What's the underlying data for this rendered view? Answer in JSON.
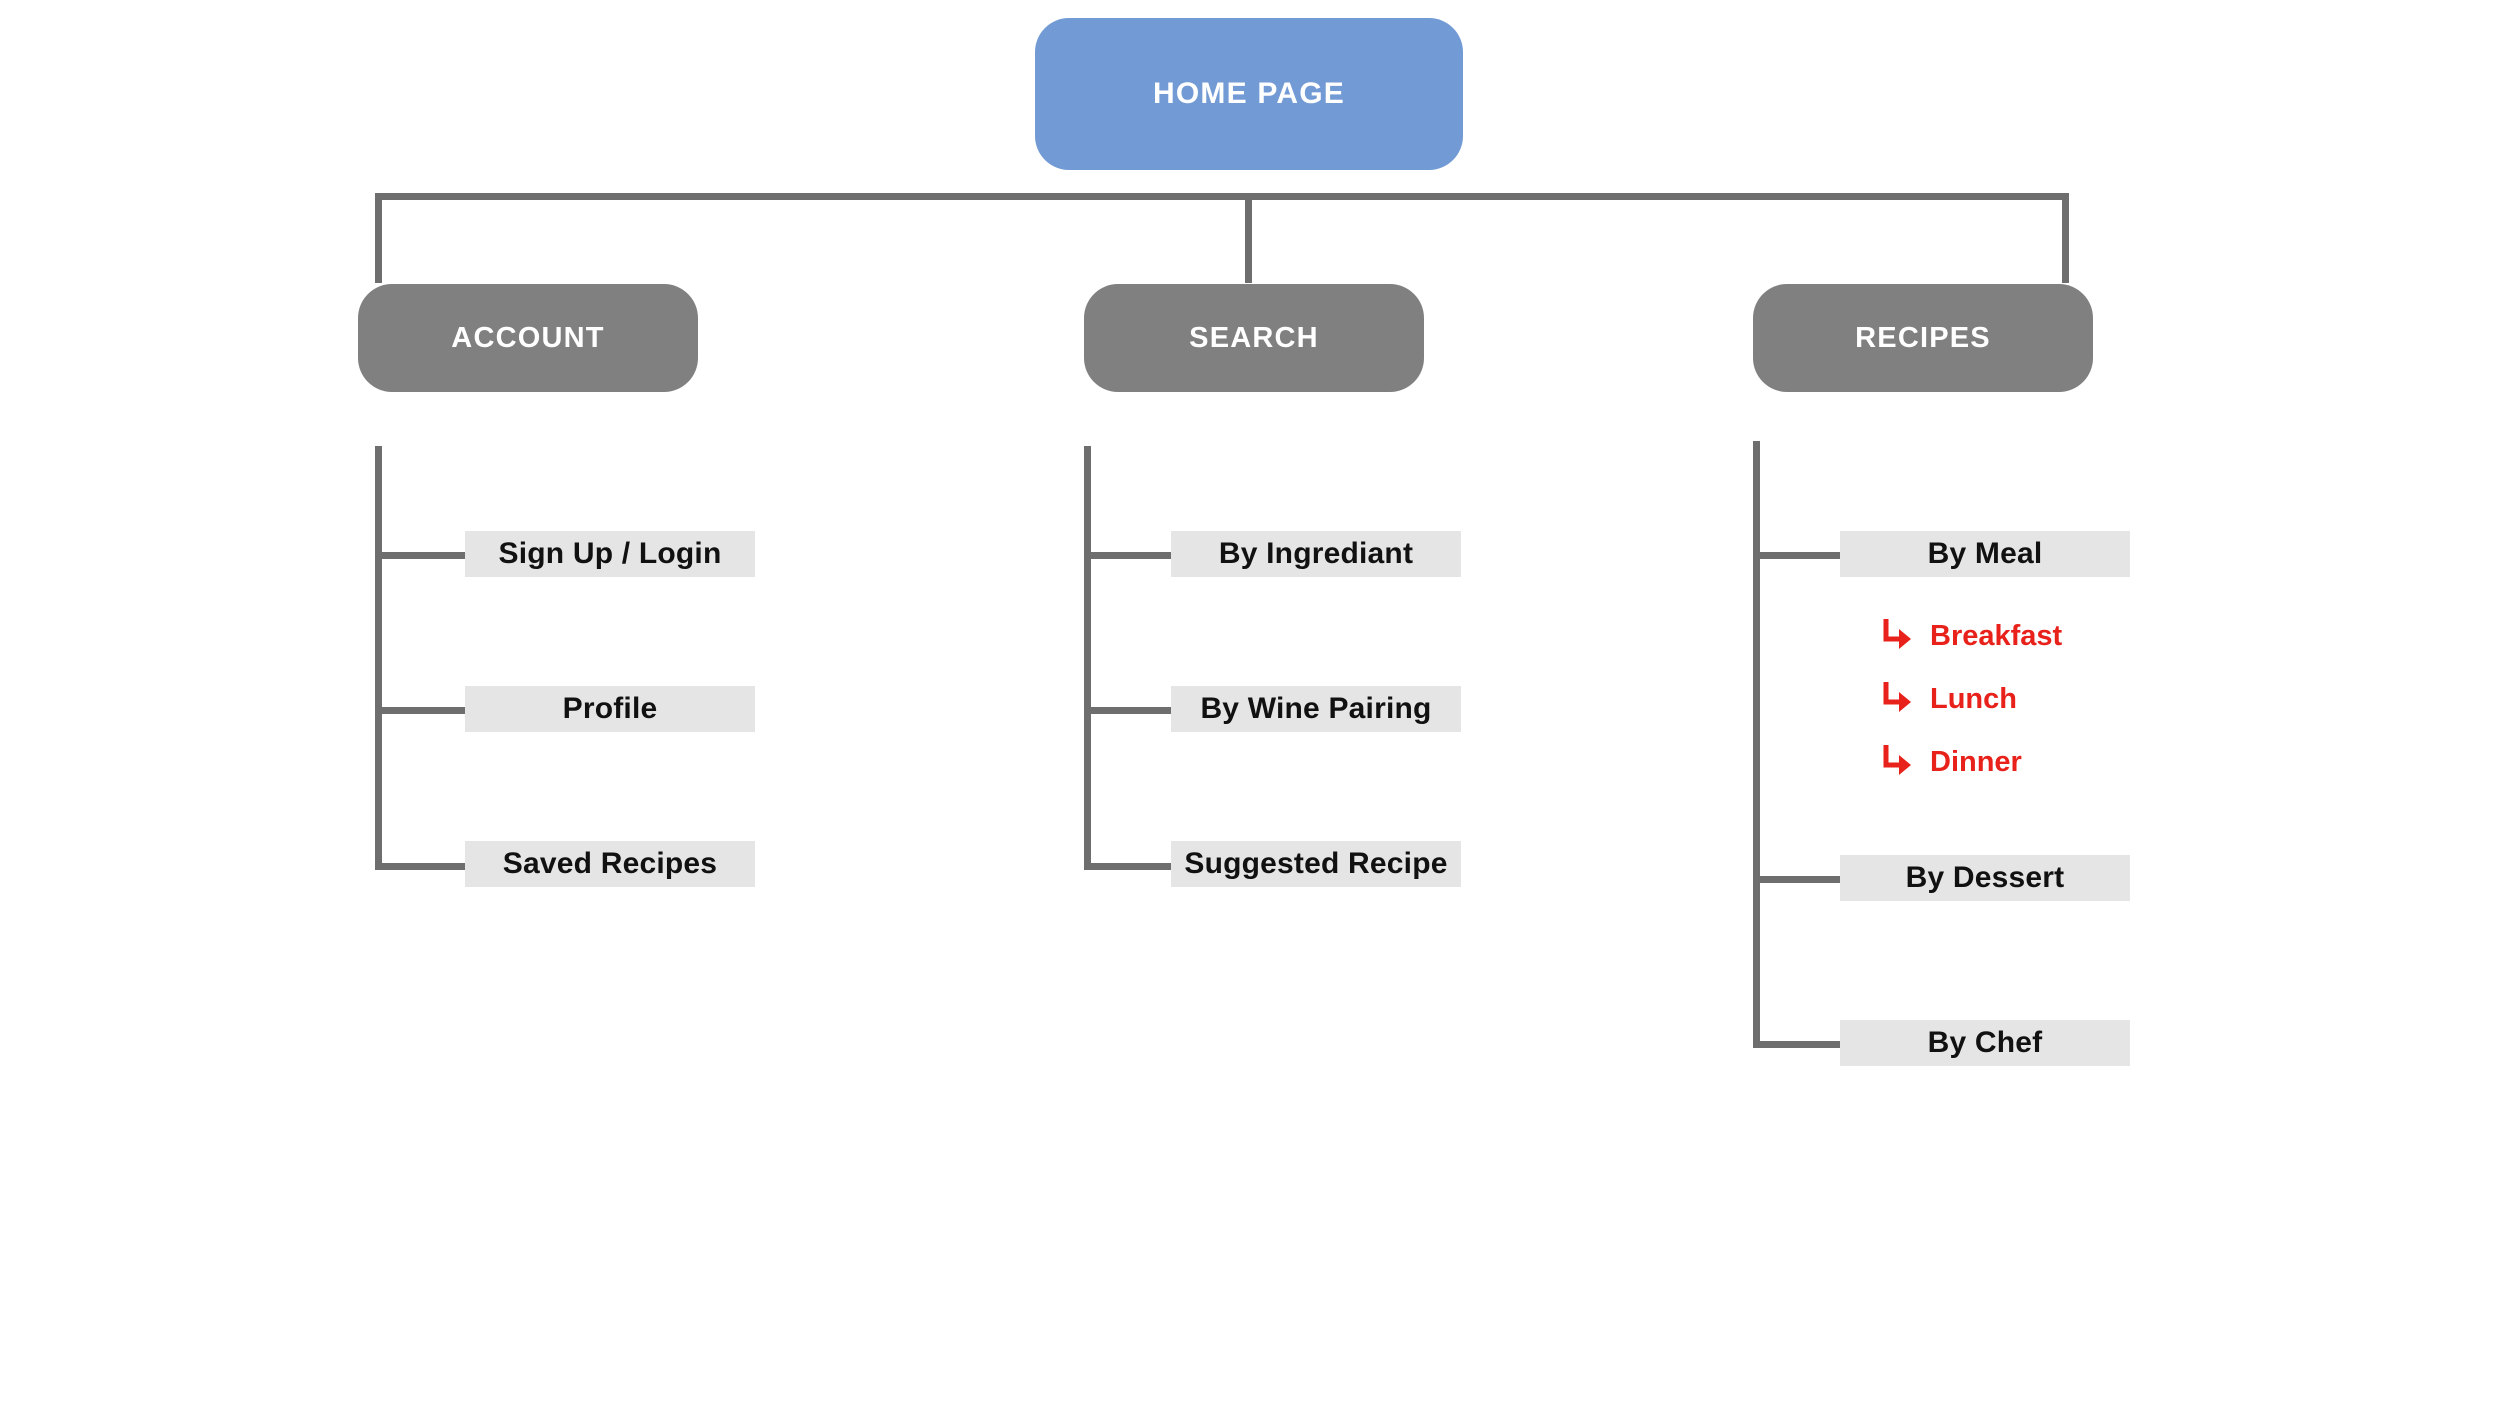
{
  "diagram": {
    "type": "sitemap-tree",
    "background_color": "#ffffff",
    "palette": {
      "root_fill": "#729ad4",
      "branch_fill": "#808080",
      "leaf_fill": "#e5e5e5",
      "line_color": "#6e6e6e",
      "node_text_color": "#ffffff",
      "leaf_text_color": "#111111",
      "subitem_color": "#e8211a"
    },
    "root": {
      "label": "HOME PAGE"
    },
    "branches": [
      {
        "label": "ACCOUNT",
        "children": [
          {
            "label": "Sign Up / Login",
            "subitems": []
          },
          {
            "label": "Profile",
            "subitems": []
          },
          {
            "label": "Saved Recipes",
            "subitems": []
          }
        ]
      },
      {
        "label": "SEARCH",
        "children": [
          {
            "label": "By Ingrediant",
            "subitems": []
          },
          {
            "label": "By Wine Pairing",
            "subitems": []
          },
          {
            "label": "Suggested Recipe",
            "subitems": []
          }
        ]
      },
      {
        "label": "RECIPES",
        "children": [
          {
            "label": "By Meal",
            "subitems": [
              {
                "label": "Breakfast",
                "icon": "arrow-down-right-icon"
              },
              {
                "label": "Lunch",
                "icon": "arrow-down-right-icon"
              },
              {
                "label": "Dinner",
                "icon": "arrow-down-right-icon"
              }
            ]
          },
          {
            "label": "By Dessert",
            "subitems": []
          },
          {
            "label": "By Chef",
            "subitems": []
          }
        ]
      }
    ]
  }
}
